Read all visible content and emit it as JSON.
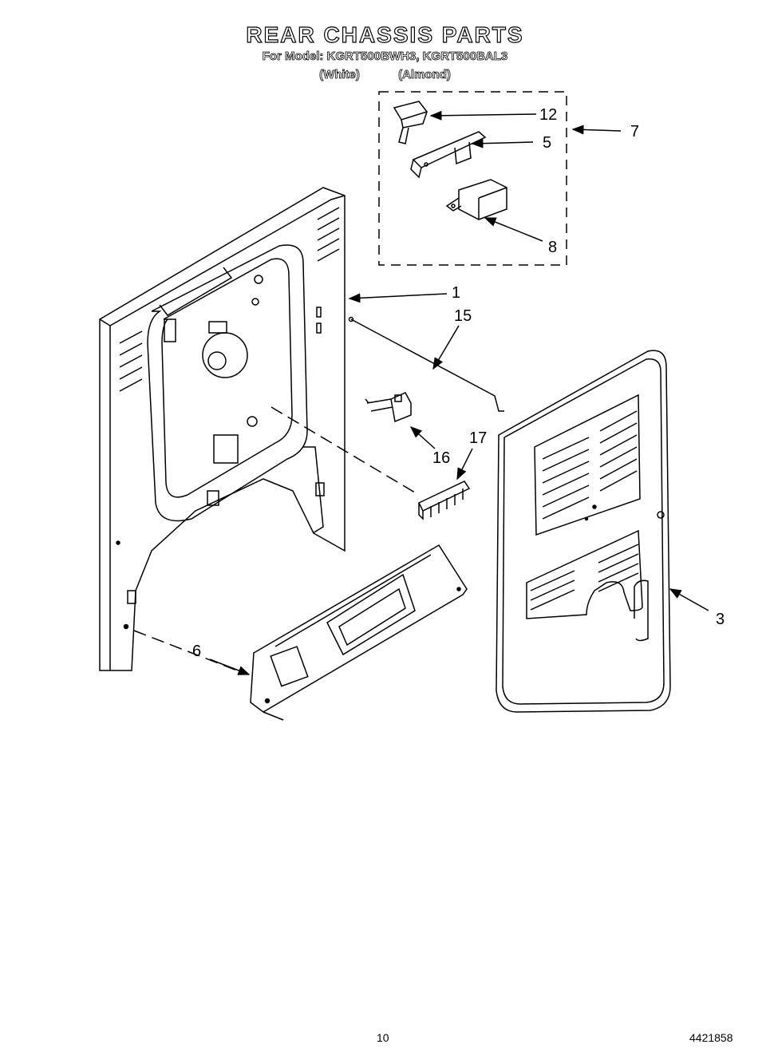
{
  "header": {
    "title": "REAR CHASSIS PARTS",
    "model_line": "For Model: KGRT500BWH3, KGRT500BAL3",
    "color_white": "(White)",
    "color_almond": "(Almond)"
  },
  "callouts": {
    "c12": "12",
    "c5": "5",
    "c7": "7",
    "c8": "8",
    "c1": "1",
    "c15": "15",
    "c16": "16",
    "c17": "17",
    "c3": "3",
    "c6": "6"
  },
  "footer": {
    "page_number": "10",
    "document_number": "4421858"
  }
}
